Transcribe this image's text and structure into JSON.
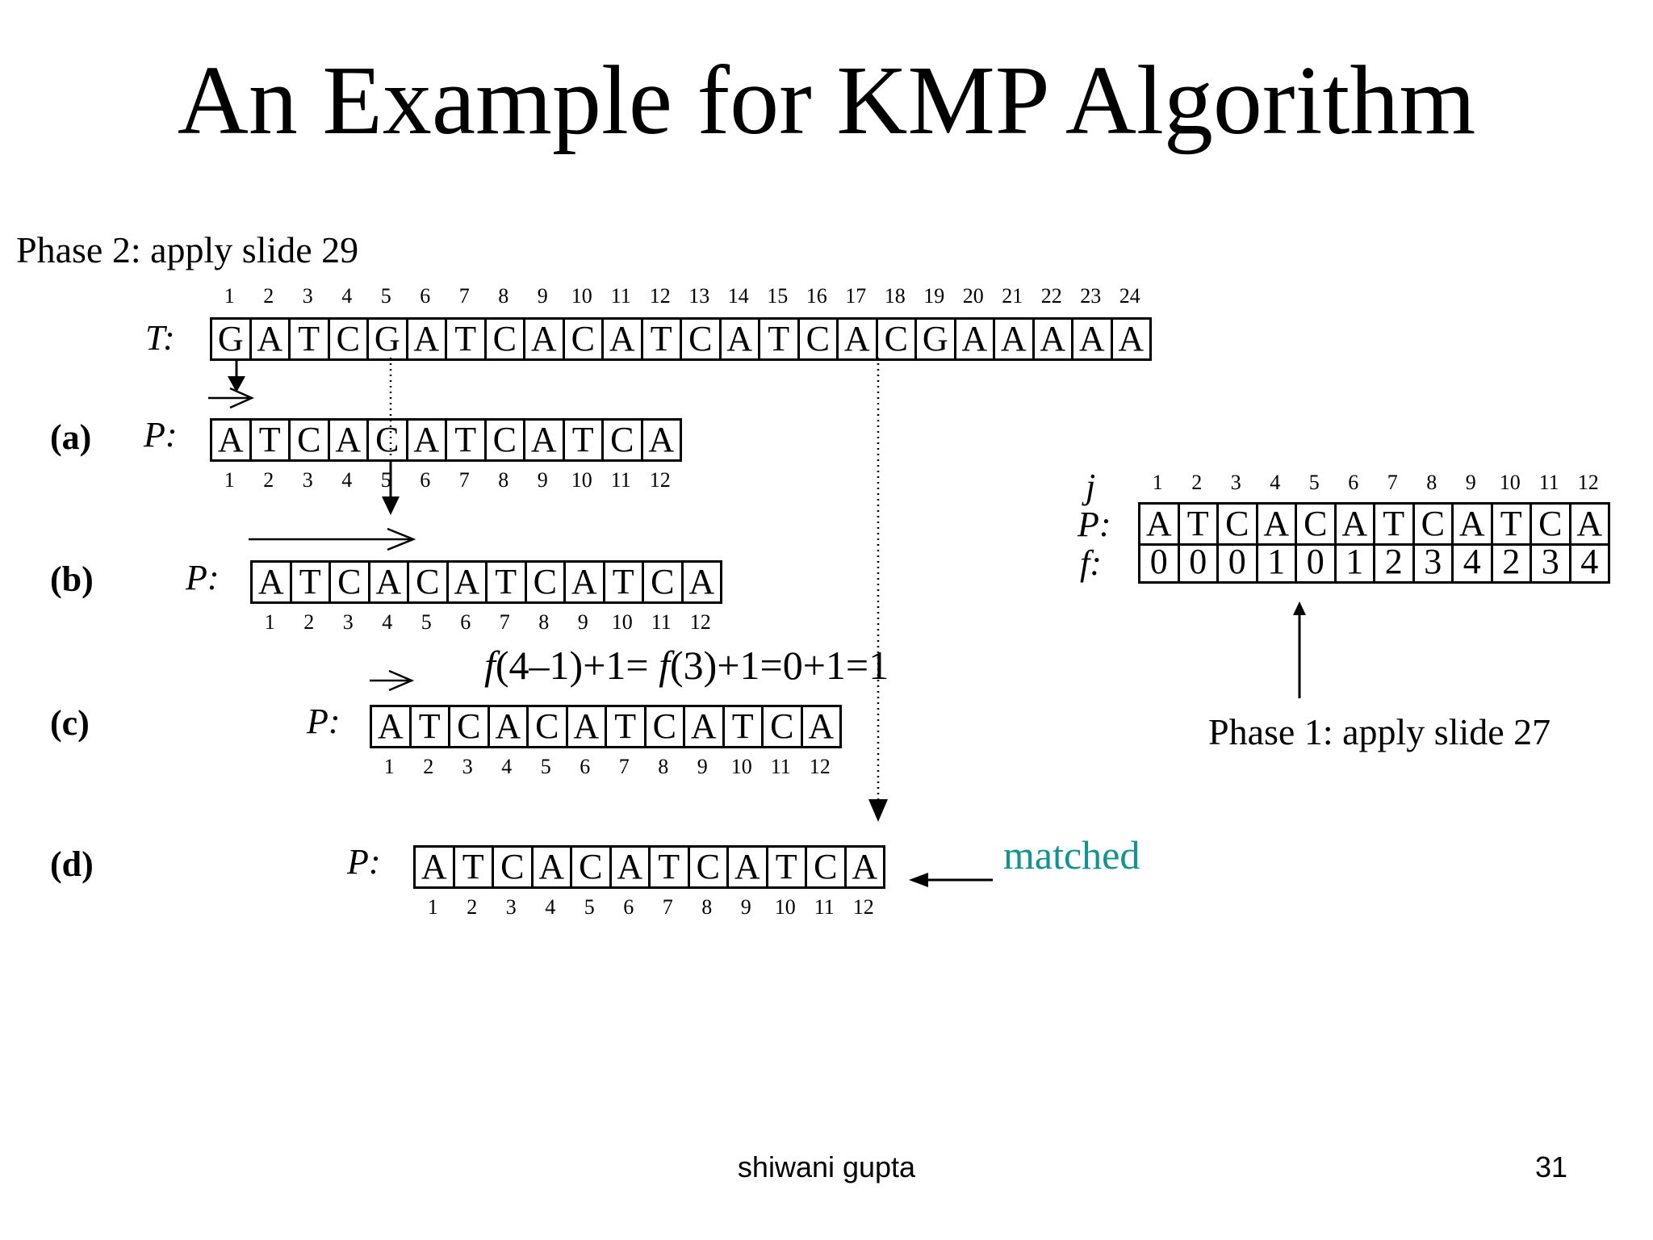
{
  "title": "An Example for KMP Algorithm",
  "phase2_label": "Phase 2: apply slide 29",
  "phase1_label": "Phase 1: apply slide 27",
  "text_row": {
    "label": "T:",
    "chars": [
      "G",
      "A",
      "T",
      "C",
      "G",
      "A",
      "T",
      "C",
      "A",
      "C",
      "A",
      "T",
      "C",
      "A",
      "T",
      "C",
      "A",
      "C",
      "G",
      "A",
      "A",
      "A",
      "A",
      "A"
    ],
    "indices": [
      "1",
      "2",
      "3",
      "4",
      "5",
      "6",
      "7",
      "8",
      "9",
      "10",
      "11",
      "12",
      "13",
      "14",
      "15",
      "16",
      "17",
      "18",
      "19",
      "20",
      "21",
      "22",
      "23",
      "24"
    ]
  },
  "pattern_rows": [
    {
      "label": "(a)",
      "plabel": "P:",
      "chars": [
        "A",
        "T",
        "C",
        "A",
        "C",
        "A",
        "T",
        "C",
        "A",
        "T",
        "C",
        "A"
      ],
      "indices": [
        "1",
        "2",
        "3",
        "4",
        "5",
        "6",
        "7",
        "8",
        "9",
        "10",
        "11",
        "12"
      ]
    },
    {
      "label": "(b)",
      "plabel": "P:",
      "chars": [
        "A",
        "T",
        "C",
        "A",
        "C",
        "A",
        "T",
        "C",
        "A",
        "T",
        "C",
        "A"
      ],
      "indices": [
        "1",
        "2",
        "3",
        "4",
        "5",
        "6",
        "7",
        "8",
        "9",
        "10",
        "11",
        "12"
      ]
    },
    {
      "label": "(c)",
      "plabel": "P:",
      "chars": [
        "A",
        "T",
        "C",
        "A",
        "C",
        "A",
        "T",
        "C",
        "A",
        "T",
        "C",
        "A"
      ],
      "indices": [
        "1",
        "2",
        "3",
        "4",
        "5",
        "6",
        "7",
        "8",
        "9",
        "10",
        "11",
        "12"
      ]
    },
    {
      "label": "(d)",
      "plabel": "P:",
      "chars": [
        "A",
        "T",
        "C",
        "A",
        "C",
        "A",
        "T",
        "C",
        "A",
        "T",
        "C",
        "A"
      ],
      "indices": [
        "1",
        "2",
        "3",
        "4",
        "5",
        "6",
        "7",
        "8",
        "9",
        "10",
        "11",
        "12"
      ]
    }
  ],
  "failure_table": {
    "j_label": "j",
    "p_label": "P:",
    "f_label": "f:",
    "j": [
      "1",
      "2",
      "3",
      "4",
      "5",
      "6",
      "7",
      "8",
      "9",
      "10",
      "11",
      "12"
    ],
    "p": [
      "A",
      "T",
      "C",
      "A",
      "C",
      "A",
      "T",
      "C",
      "A",
      "T",
      "C",
      "A"
    ],
    "f": [
      "0",
      "0",
      "0",
      "1",
      "0",
      "1",
      "2",
      "3",
      "4",
      "2",
      "3",
      "4"
    ]
  },
  "formula": {
    "f1": "f",
    "p1": "(4–1)+1= ",
    "f2": "f",
    "p2": "(3)+1=0+1=1"
  },
  "matched_label": "matched",
  "footer_author": "shiwani gupta",
  "slide_number": "31"
}
